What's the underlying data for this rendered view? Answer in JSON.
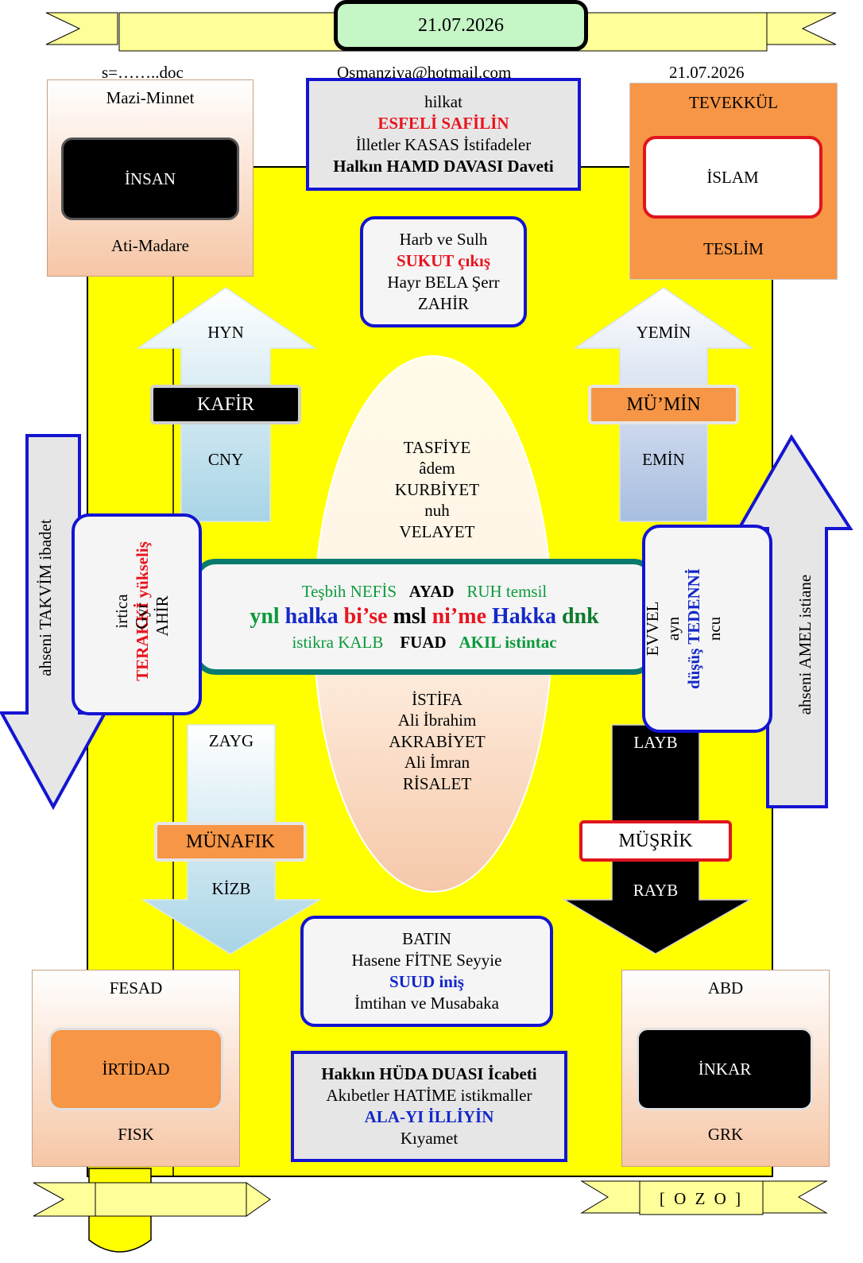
{
  "header": {
    "date_top": "21.07.2026",
    "file": "s=……..doc",
    "email": "Osmanziya@hotmail.com",
    "date_right": "21.07.2026"
  },
  "corners": {
    "top_left": {
      "top": "Mazi-Minnet",
      "center": "İNSAN",
      "bottom": "Ati-Madare"
    },
    "top_right": {
      "top": "TEVEKKÜL",
      "center": "İSLAM",
      "bottom": "TESLİM"
    },
    "bottom_left": {
      "top": "FESAD",
      "center": "İRTİDAD",
      "bottom": "FISK"
    },
    "bottom_right": {
      "top": "ABD",
      "center": "İNKAR",
      "bottom": "GRK"
    }
  },
  "top_box": {
    "l1": "hilkat",
    "l2": "ESFELİ  SAFİLİN",
    "l3": "İlletler KASAS  İstifadeler",
    "l4": "Halkın HAMD DAVASI Daveti"
  },
  "bottom_box": {
    "l1": "Hakkın HÜDA DUASI İcabeti",
    "l2": "Akıbetler  HATİME  istikmaller",
    "l3": "ALA-YI İLLİYİN",
    "l4": "Kıyamet"
  },
  "upper_mid_box": {
    "l1": "Harb ve Sulh",
    "l2": "SUKUT çıkış",
    "l3": "Hayr BELA  Şerr",
    "l4": "ZAHİR"
  },
  "lower_mid_box": {
    "l1": "BATIN",
    "l2": "Hasene  FİTNE  Seyyie",
    "l3": "SUUD iniş",
    "l4": "İmtihan ve Musabaka"
  },
  "ellipse": {
    "upper": [
      "TASFİYE",
      "âdem",
      "KURBİYET",
      "nuh",
      "VELAYET"
    ],
    "lower": [
      "İSTİFA",
      "Ali İbrahim",
      "AKRABİYET",
      "Ali İmran",
      "RİSALET"
    ]
  },
  "center_box": {
    "row1": {
      "a": "Teşbih NEFİS",
      "b": "AYAD",
      "c": "RUH temsil"
    },
    "row2": {
      "a": "ynl",
      "b": "halka",
      "c": "bi’se",
      "d": "msl",
      "e": "ni’me",
      "f": "Hakka",
      "g": "dnk"
    },
    "row3": {
      "a": "istikra KALB",
      "b": "FUAD",
      "c": "AKIL istintac"
    }
  },
  "arrows": {
    "kafir": {
      "top": "HYN",
      "label": "KAFİR",
      "bottom": "CNY"
    },
    "mumin": {
      "top": "YEMİN",
      "label": "MÜ’MİN",
      "bottom": "EMİN"
    },
    "munafik": {
      "top": "ZAYG",
      "label": "MÜNAFIK",
      "bottom": "KİZB"
    },
    "musrik": {
      "top": "LAYB",
      "label": "MÜŞRİK",
      "bottom": "RAYB"
    }
  },
  "side": {
    "left_arrow": "ahseni  TAKVİM ibadet",
    "right_arrow": "ahseni AMEL istiane",
    "left_box": {
      "l1": "irtica",
      "l2": "TERAKKİ yükseliş",
      "l3": "Gyr",
      "l4": "AHİR"
    },
    "right_box": {
      "l1": "EVVEL",
      "l2": "ayn",
      "l3": "düşüş TEDENNİ",
      "l4": "ncu"
    }
  },
  "footer": {
    "signature": "[ O Z O ]"
  },
  "colors": {
    "yellow": "#ffff00",
    "blue_border": "#1414d2",
    "teal_border": "#0a7a6e",
    "orange": "#f79646",
    "red_border": "#e0141e"
  }
}
